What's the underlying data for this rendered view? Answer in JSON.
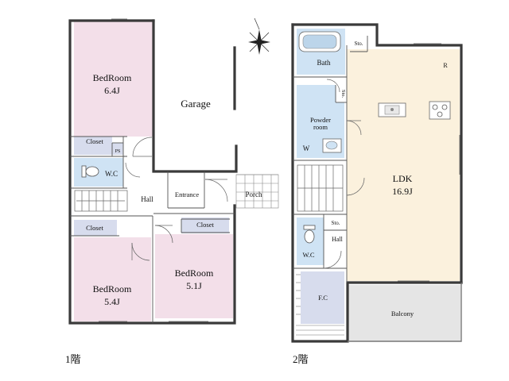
{
  "colors": {
    "bedroom": "#f3dfe9",
    "wet": "#cfe3f4",
    "closet": "#d7dced",
    "ldk": "#fbf1dd",
    "balcony": "#e5e5e5",
    "wall": "#3a3a3a"
  },
  "floor1": {
    "caption": "1階",
    "rooms": {
      "bed1_name": "BedRoom",
      "bed1_size": "6.4J",
      "closet_a": "Closet",
      "ps": "PS",
      "wc": "W.C",
      "hall": "Hall",
      "entrance": "Entrance",
      "closet_b": "Closet",
      "closet_c": "Closet",
      "bed2_name": "BedRoom",
      "bed2_size": "5.4J",
      "bed3_name": "BedRoom",
      "bed3_size": "5.1J",
      "garage": "Garage",
      "porch": "Porch"
    }
  },
  "floor2": {
    "caption": "2階",
    "rooms": {
      "sto_top": "Sto.",
      "bath": "Bath",
      "sto_side": "Sto.",
      "powder_1": "Powder",
      "powder_2": "room",
      "w": "W",
      "r": "R",
      "ldk_name": "LDK",
      "ldk_size": "16.9J",
      "sto_mid": "Sto.",
      "hall": "Hall",
      "wc": "W.C",
      "fc": "F.C",
      "balcony": "Balcony"
    }
  },
  "icons": {
    "compass": "compass-icon",
    "toilet": "toilet-icon",
    "bathtub": "bathtub-icon",
    "sink": "sink-icon",
    "stove": "stove-icon",
    "stairs": "stairs-icon"
  }
}
